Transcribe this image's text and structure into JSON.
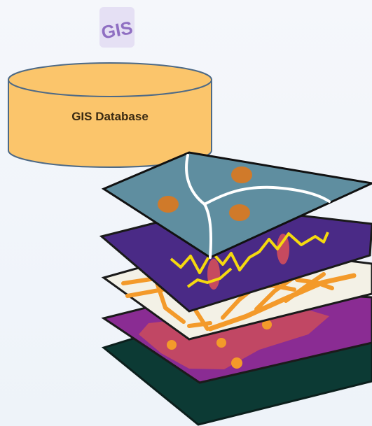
{
  "logo": {
    "text": "GIS",
    "color": "#8f6fc2"
  },
  "database": {
    "label": "GIS Database",
    "fill": "#fbc56b",
    "stroke": "#4e6a86"
  },
  "layers": [
    {
      "name": "points-layer",
      "fill": "#5f8ea0"
    },
    {
      "name": "lines-layer",
      "fill": "#4a2a86"
    },
    {
      "name": "roads-layer",
      "fill": "#f3f1e6"
    },
    {
      "name": "zones-layer",
      "fill": "#8a2c93"
    },
    {
      "name": "base-layer",
      "fill": "#0c3a34"
    }
  ]
}
